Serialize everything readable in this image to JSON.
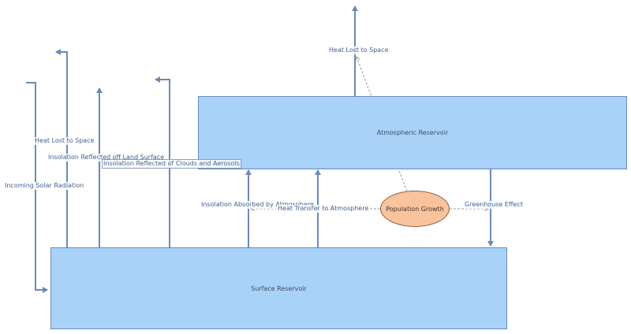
{
  "diagram": {
    "nodes": {
      "atmospheric": "Atmospheric Reservoir",
      "surface": "Surface Reservoir",
      "population": "Population Growth"
    },
    "flows": {
      "heat_lost_top": "Heat Lost to Space",
      "heat_lost_left": "Heat Lost to Space",
      "incoming_solar": "Incoming Solar Radiation",
      "reflected_land": "Insolation Reflected off Land Surface",
      "reflected_clouds": "Insolation Reflected of Clouds and Aerosols",
      "absorbed_atmosphere": "Insolation Absorbed by Atmosphere",
      "heat_transfer": "Heat Transfer to Atmosphere",
      "greenhouse": "Greenhouse Effect"
    },
    "colors": {
      "arrow": "#6b8ab8",
      "reservoir_fill": "#a8d2f7",
      "population_fill": "#f9c39e",
      "dashed": "#9a9a9a"
    }
  }
}
